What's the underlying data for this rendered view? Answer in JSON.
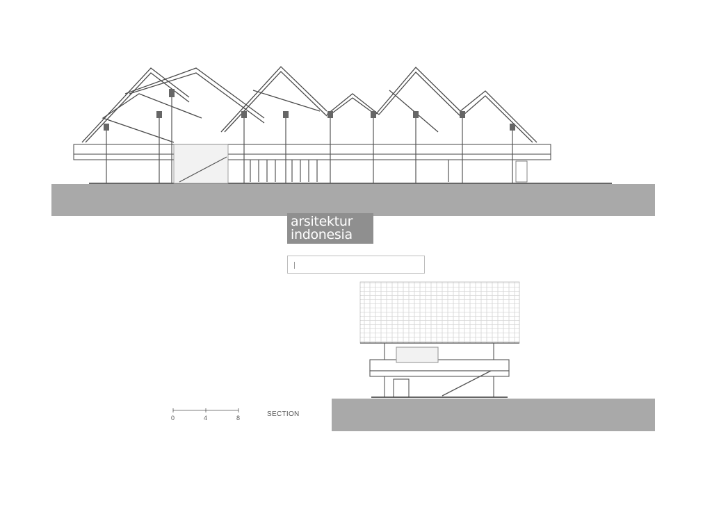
{
  "watermark": {
    "line1": "arsitektur",
    "line2": "indonesia"
  },
  "scale_bar": {
    "ticks": [
      "0",
      "4",
      "8"
    ]
  },
  "drawing_title": "SECTION",
  "colors": {
    "ground": "#a9a9a9",
    "line": "#444444",
    "watermark_bg": "#8f8f8f"
  }
}
